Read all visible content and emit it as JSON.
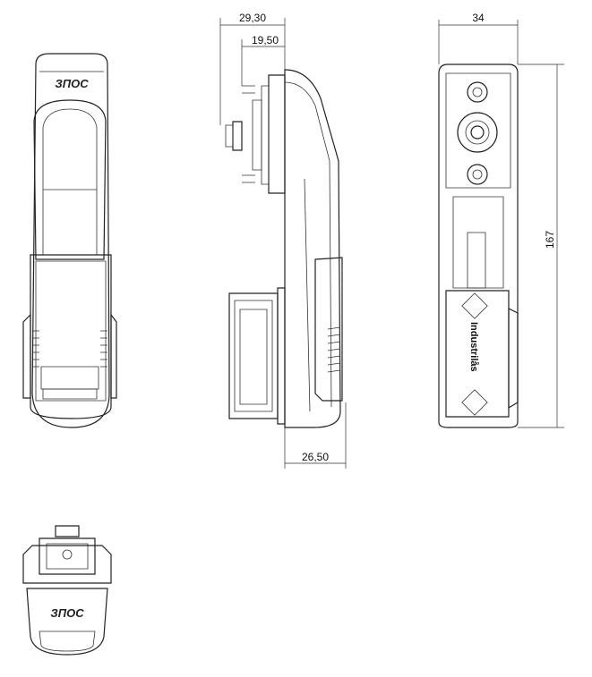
{
  "dimensions": {
    "top_width_outer": "29,30",
    "top_width_inner": "19,50",
    "bottom_width": "26,50",
    "right_width": "34",
    "height": "167"
  },
  "labels": {
    "brand_logo": "ЗПОС",
    "brand_text": "Industrilås"
  }
}
